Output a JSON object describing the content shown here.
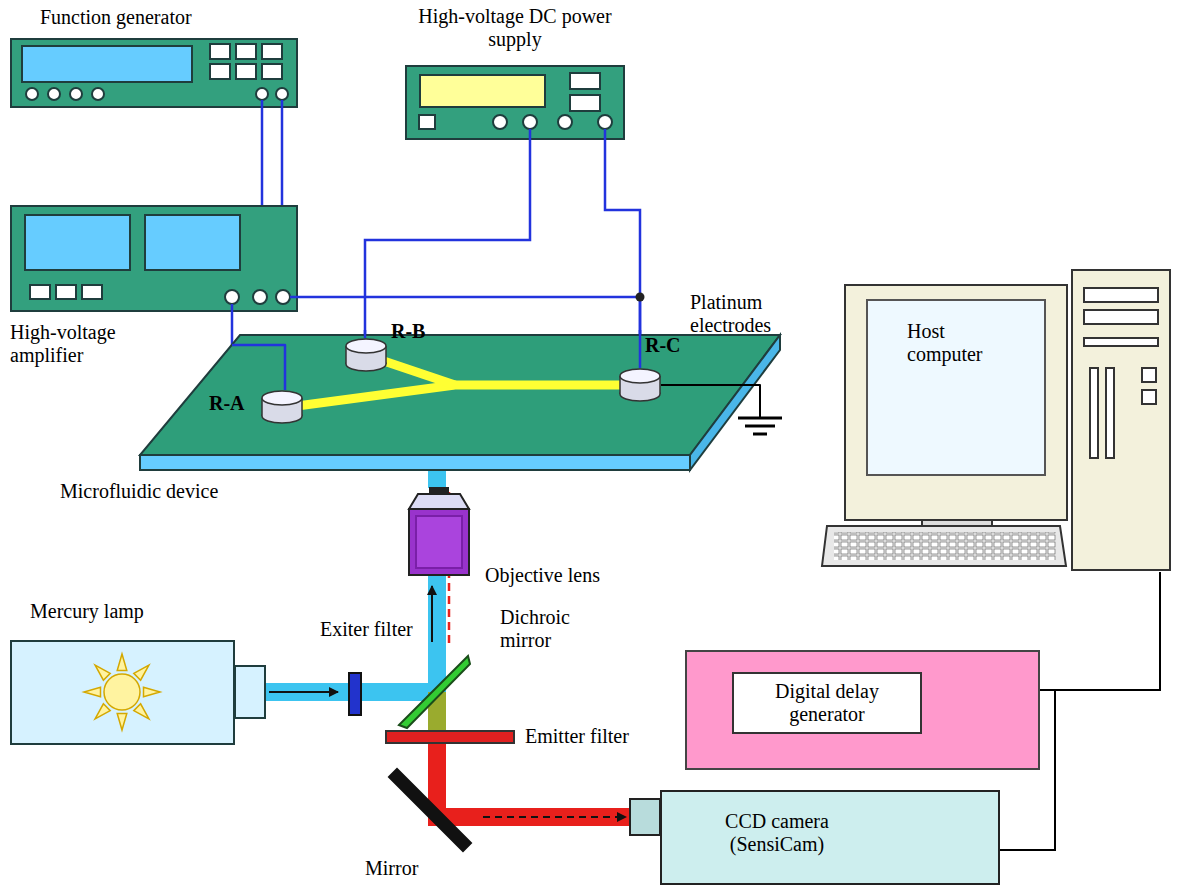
{
  "diagram": {
    "nodes": [
      {
        "text": [
          "Function generator"
        ]
      },
      {
        "text": [
          "High-voltage DC power supply"
        ]
      },
      {
        "text": [
          "High-voltage amplifier"
        ]
      },
      {
        "text": [
          "Microfluidic device"
        ]
      },
      {
        "text": [
          "R-A"
        ],
        "in": 3
      },
      {
        "text": [
          "R-B"
        ],
        "in": 3
      },
      {
        "text": [
          "R-C"
        ],
        "in": 3
      },
      {
        "text": [
          "Host computer"
        ]
      },
      {
        "text": [
          "Objective lens"
        ]
      },
      {
        "text": [
          "Mercury lamp"
        ]
      },
      {
        "text": [
          "Exiter filter"
        ]
      },
      {
        "text": [
          "Dichroic mirror"
        ]
      },
      {
        "text": [
          "Digital delay generator"
        ]
      },
      {
        "text": [
          "Emitter filter"
        ]
      },
      {
        "text": [
          "Mirror"
        ]
      },
      {
        "text": [
          "CCD camera (SensiCam)"
        ]
      }
    ],
    "edges": [
      {
        "from": 0,
        "to": 2,
        "arrow": "none"
      },
      {
        "from": 0,
        "to": 2,
        "arrow": "none"
      },
      {
        "from": 1,
        "to": 5,
        "arrow": "none"
      },
      {
        "from": 1,
        "to": 6,
        "arrow": "none"
      },
      {
        "from": 2,
        "to": 4,
        "arrow": "none"
      },
      {
        "from": 2,
        "to": 6,
        "arrow": "none"
      },
      {
        "from": 9,
        "to": 10,
        "arrow": "to"
      },
      {
        "from": 10,
        "to": 11,
        "arrow": "none"
      },
      {
        "from": 11,
        "to": 8,
        "arrow": "to"
      },
      {
        "from": 8,
        "to": 3,
        "arrow": "none"
      },
      {
        "from": 11,
        "to": 13,
        "arrow": "none"
      },
      {
        "from": 13,
        "to": 14,
        "arrow": "none"
      },
      {
        "from": 14,
        "to": 15,
        "arrow": "to"
      },
      {
        "from": 15,
        "to": 7,
        "arrow": "none"
      },
      {
        "from": 12,
        "to": 7,
        "arrow": "none"
      }
    ],
    "labels": [
      "Platinum electrodes"
    ]
  }
}
